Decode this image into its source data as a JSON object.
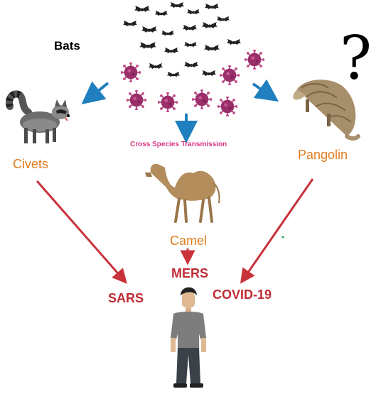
{
  "labels": {
    "bats": "Bats",
    "cross_species": "Cross Species Transmission",
    "civets": "Civets",
    "pangolin": "Pangolin",
    "camel": "Camel",
    "mers": "MERS",
    "sars": "SARS",
    "covid": "COVID-19",
    "question_mark": "?"
  },
  "colors": {
    "host_label": "#e07b1c",
    "disease_label": "#bf2b35",
    "transmission_label": "#d8337f",
    "blue_arrow": "#1f7fbf",
    "red_arrow": "#c8323a",
    "virus": "#9b2f6a"
  },
  "icons": [
    "bat-icon",
    "virus-icon",
    "raccoon-icon",
    "pangolin-icon",
    "camel-icon",
    "human-icon"
  ]
}
